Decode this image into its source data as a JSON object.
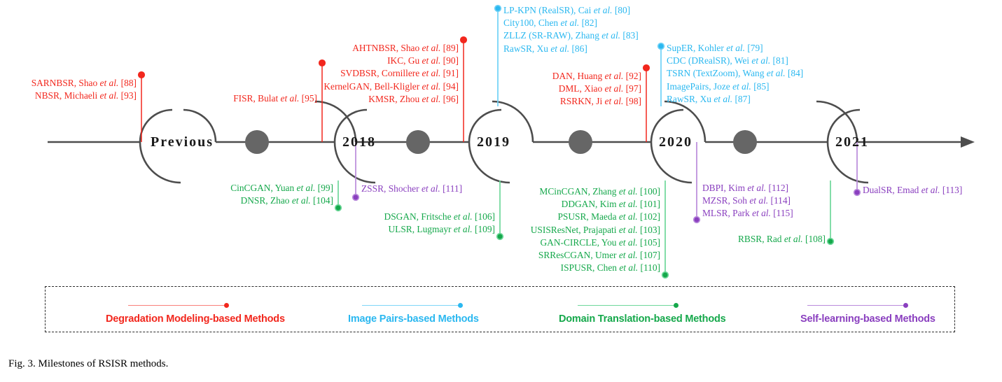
{
  "figure": {
    "caption": "Fig. 3.  Milestones of RSISR methods.",
    "axis": {
      "years": [
        "Previous",
        "2018",
        "2019",
        "2020",
        "2021"
      ],
      "line_color": "#4d4d4d",
      "node_color": "#666666"
    },
    "colors": {
      "degradation": "#F2271D",
      "image_pairs": "#2BB8F0",
      "domain_translation": "#15A84B",
      "self_learning": "#8A3FBF",
      "timeline": "#4d4d4d"
    }
  },
  "groups": [
    {
      "id": "top-previous-red",
      "category": "degradation",
      "color": "#F2271D",
      "align": "right",
      "entries": [
        "SARNBSR, Shao et al. [88]",
        "NBSR, Michaeli et al. [93]"
      ]
    },
    {
      "id": "top-2018-red",
      "category": "degradation",
      "color": "#F2271D",
      "align": "right",
      "entries": [
        "FISR, Bulat et al. [95]"
      ]
    },
    {
      "id": "top-2019-red",
      "category": "degradation",
      "color": "#F2271D",
      "align": "right",
      "entries": [
        "AHTNBSR, Shao et al. [89]",
        "IKC,  Gu et al. [90]",
        "SVDBSR, Cornillere et al.  [91]",
        "KernelGAN, Bell-Kligler et al.  [94]",
        "KMSR, Zhou et al.  [96]"
      ]
    },
    {
      "id": "top-2020-red",
      "category": "degradation",
      "color": "#F2271D",
      "align": "right",
      "entries": [
        "DAN, Huang et al. [92]",
        "DML, Xiao et al. [97]",
        "RSRKN, Ji et al. [98]"
      ]
    },
    {
      "id": "top-2019-blue",
      "category": "image_pairs",
      "color": "#2BB8F0",
      "align": "left",
      "entries": [
        "LP-KPN (RealSR), Cai  et al. [80]",
        "City100, Chen  et al. [82]",
        "ZLLZ (SR-RAW), Zhang et al. [83]",
        "RawSR, Xu  et al. [86]"
      ]
    },
    {
      "id": "top-2021-blue",
      "category": "image_pairs",
      "color": "#2BB8F0",
      "align": "left",
      "entries": [
        "SupER, Kohler  et al. [79]",
        "CDC (DRealSR), Wei  et al. [81]",
        "TSRN (TextZoom), Wang et al. [84]",
        "ImagePairs, Joze et al. [85]",
        "RawSR, Xu  et al. [87]"
      ]
    },
    {
      "id": "bot-2018-green",
      "category": "domain_translation",
      "color": "#15A84B",
      "align": "right",
      "entries": [
        "CinCGAN, Yuan et al. [99]",
        "DNSR, Zhao et al. [104]"
      ]
    },
    {
      "id": "bot-2019-purple",
      "category": "self_learning",
      "color": "#8A3FBF",
      "align": "left",
      "entries": [
        "ZSSR, Shocher et al. [111]"
      ]
    },
    {
      "id": "bot-2019-green",
      "category": "domain_translation",
      "color": "#15A84B",
      "align": "right",
      "entries": [
        "DSGAN, Fritsche et al. [106]",
        "ULSR,  Lugmayr et al. [109]"
      ]
    },
    {
      "id": "bot-2020-green",
      "category": "domain_translation",
      "color": "#15A84B",
      "align": "right",
      "entries": [
        "MCinCGAN, Zhang et al. [100]",
        "DDGAN, Kim et al. [101]",
        "PSUSR, Maeda et al. [102]",
        "USISResNet, Prajapati et al. [103]",
        "GAN-CIRCLE, You et al. [105]",
        "SRResCGAN, Umer et al. [107]",
        "ISPUSR, Chen et al. [110]"
      ]
    },
    {
      "id": "bot-2020-purple",
      "category": "self_learning",
      "color": "#8A3FBF",
      "align": "left",
      "entries": [
        "DBPI, Kim et al. [112]",
        "MZSR, Soh et al. [114]",
        "MLSR, Park et al. [115]"
      ]
    },
    {
      "id": "bot-2021-green",
      "category": "domain_translation",
      "color": "#15A84B",
      "align": "right",
      "entries": [
        "RBSR, Rad et al. [108]"
      ]
    },
    {
      "id": "bot-2021-purple",
      "category": "self_learning",
      "color": "#8A3FBF",
      "align": "left",
      "entries": [
        "DualSR, Emad et al. [113]"
      ]
    }
  ],
  "legend": {
    "items": [
      {
        "label": "Degradation Modeling-based Methods",
        "color": "#F2271D",
        "key": "degradation"
      },
      {
        "label": "Image Pairs-based Methods",
        "color": "#2BB8F0",
        "key": "image_pairs"
      },
      {
        "label": "Domain Translation-based Methods",
        "color": "#15A84B",
        "key": "domain_translation"
      },
      {
        "label": "Self-learning-based Methods",
        "color": "#8A3FBF",
        "key": "self_learning"
      }
    ]
  }
}
